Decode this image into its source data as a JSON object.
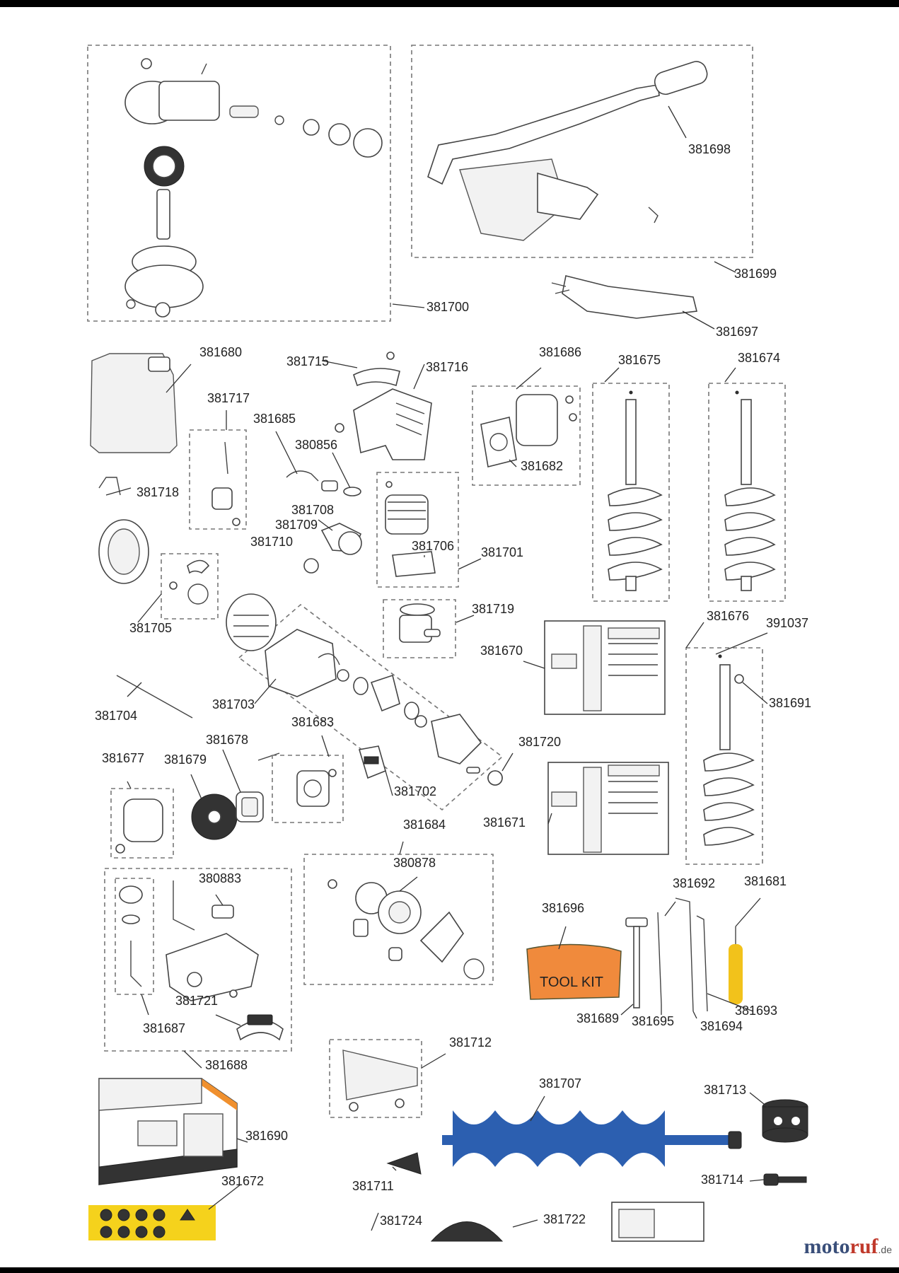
{
  "labels": {
    "l381700": "381700",
    "l381698": "381698",
    "l381699": "381699",
    "l381697": "381697",
    "l381680": "381680",
    "l381715": "381715",
    "l381716": "381716",
    "l381686": "381686",
    "l381675": "381675",
    "l381674": "381674",
    "l381717": "381717",
    "l381685": "381685",
    "l380856": "380856",
    "l381682": "381682",
    "l381718": "381718",
    "l381708": "381708",
    "l381709": "381709",
    "l381710": "381710",
    "l381706": "381706",
    "l381701": "381701",
    "l381705": "381705",
    "l381719": "381719",
    "l381676": "381676",
    "l391037": "391037",
    "l381670": "381670",
    "l381704": "381704",
    "l381703": "381703",
    "l381691": "381691",
    "l381683": "381683",
    "l381678": "381678",
    "l381677": "381677",
    "l381679": "381679",
    "l381720": "381720",
    "l381702": "381702",
    "l381671": "381671",
    "l381684": "381684",
    "l380878": "380878",
    "l380883": "380883",
    "l381692": "381692",
    "l381681": "381681",
    "l381696": "381696",
    "l381721": "381721",
    "l381687": "381687",
    "l381689": "381689",
    "l381695": "381695",
    "l381694": "381694",
    "l381693": "381693",
    "l381688": "381688",
    "l381712": "381712",
    "l381707": "381707",
    "l381713": "381713",
    "l381690": "381690",
    "l381711": "381711",
    "l381714": "381714",
    "l381672": "381672",
    "l381724": "381724",
    "l381722": "381722"
  },
  "toolkit_text": "TOOL KIT",
  "brand": {
    "name_a": "moto",
    "name_b": "ruf",
    "suffix": ".de"
  },
  "colors": {
    "toolkit_bag": "#f08a3c",
    "auger_blue": "#2c5fb0",
    "handle_yellow": "#f2c21b",
    "box_orange": "#f0902e",
    "label_yellow": "#f5d21c",
    "brand_blue": "#3a4f7a",
    "brand_red": "#c0392b"
  }
}
